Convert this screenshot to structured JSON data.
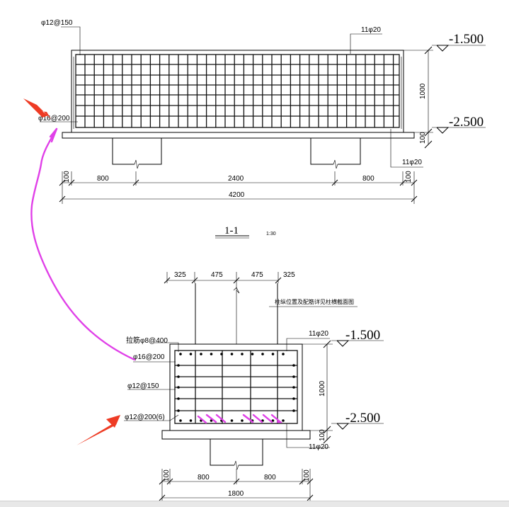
{
  "top_view": {
    "rebar_top_label": "φ12@150",
    "rebar_side_label": "φ16@200",
    "top_bars_label": "11φ20",
    "bottom_bars_label": "11φ20",
    "elev_top": "-1.500",
    "elev_bottom": "-2.500",
    "height_dim": "1000",
    "cover_dim": "100",
    "dims": {
      "left_cover": "100",
      "left": "800",
      "mid": "2400",
      "right": "800",
      "right_cover": "100",
      "total": "4200"
    }
  },
  "section_title": {
    "name": "1-1",
    "scale": "1:30"
  },
  "section_view": {
    "top_dims": [
      "325",
      "475",
      "475",
      "325"
    ],
    "column_note": "柱纵位置及配筋详见柱横截面图",
    "tie_label": "拉筋φ8@400",
    "side_bars_label": "φ16@200",
    "stirrup_label": "φ12@150",
    "bottom_rebar_label": "φ12@200(6)",
    "top_bars_label": "11φ20",
    "bottom_bars_label": "11φ20",
    "elev_top": "-1.500",
    "elev_bottom": "-2.500",
    "height_dim": "1000",
    "cover_dim": "100",
    "dims": {
      "left_cover": "100",
      "left": "800",
      "right": "800",
      "right_cover": "100",
      "total": "1800"
    }
  },
  "colors": {
    "annotation": "#e040e8",
    "arrow": "#ee3b24",
    "line": "#000000"
  }
}
